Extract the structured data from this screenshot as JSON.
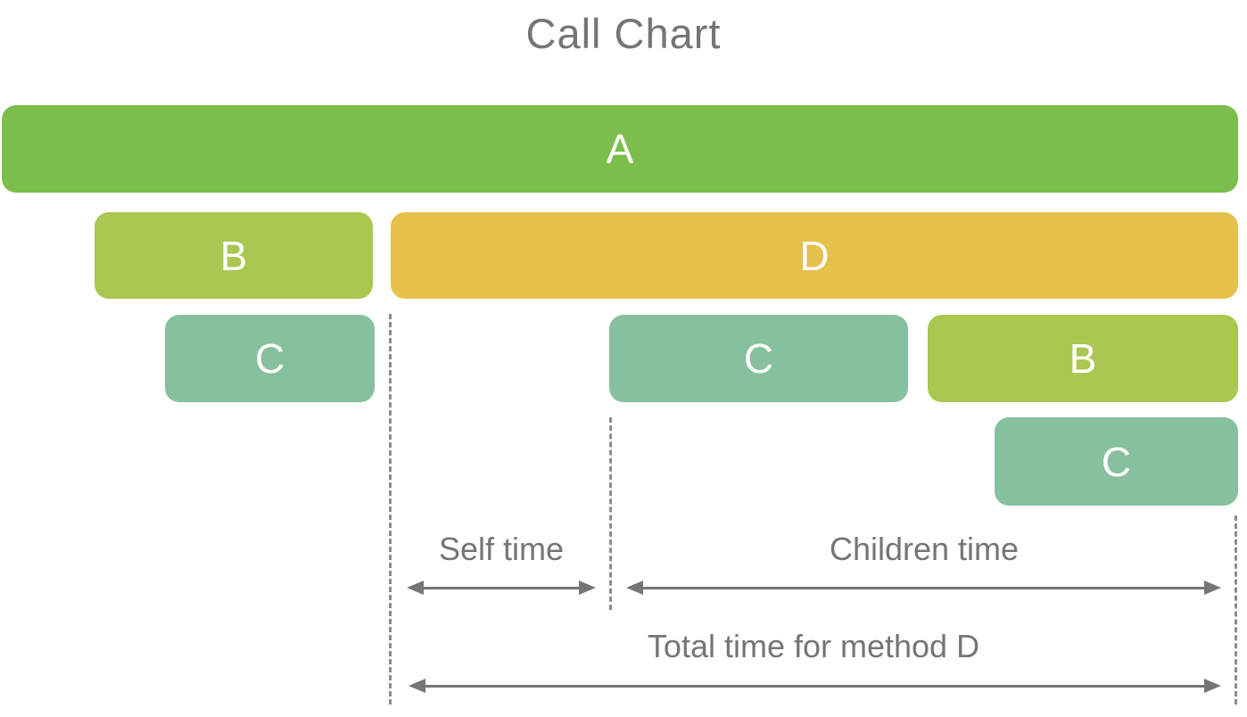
{
  "title": "Call Chart",
  "colors": {
    "method_a_green": "#7CBE4C",
    "method_b_yellowgreen": "#A9C751",
    "method_c_teal": "#87C09E",
    "method_d_gold": "#E5C04C",
    "annotation_gray": "#757575",
    "bar_text_white": "#FFFFFF"
  },
  "bars": {
    "a": {
      "label": "A"
    },
    "b1": {
      "label": "B"
    },
    "d": {
      "label": "D"
    },
    "c1": {
      "label": "C"
    },
    "c2": {
      "label": "C"
    },
    "b2": {
      "label": "B"
    },
    "c3": {
      "label": "C"
    }
  },
  "annotations": {
    "self_time": "Self time",
    "children_time": "Children time",
    "total_time": "Total time for method D"
  }
}
